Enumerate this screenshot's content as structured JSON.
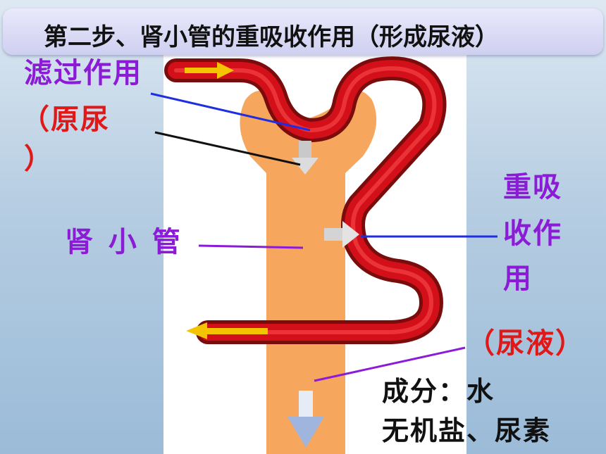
{
  "title": "第二步、肾小管的重吸收作用（形成尿液）",
  "labels": {
    "filtration_l1": "滤过作用",
    "filtration_l2": "（原尿",
    "filtration_l3": "）",
    "tubule": "肾 小 管",
    "reabsorb_l1": "重吸",
    "reabsorb_l2": "收作",
    "reabsorb_l3": "用",
    "urine": "（尿液）",
    "comp_l1": "成分：水",
    "comp_l2": "无机盐、尿素"
  },
  "colors": {
    "tubule": "#f7a65e",
    "vessel": "#d3101a",
    "vessel_dark": "#7a0c0c",
    "arrow_yellow": "#f5c400",
    "arrow_gray": "#c9c9c9",
    "arrow_blue": "#9fb5dd",
    "label_purple": "#8b1bd6",
    "label_red": "#e01818"
  }
}
